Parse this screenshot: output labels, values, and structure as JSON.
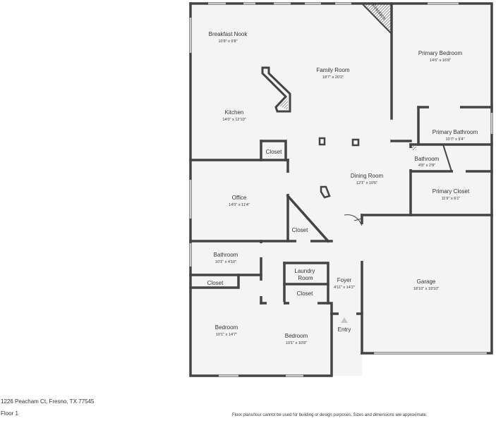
{
  "rooms": [
    {
      "id": "breakfast-nook",
      "name": "Breakfast Nook",
      "dims": "10'8\" x 9'8\""
    },
    {
      "id": "family-room",
      "name": "Family Room",
      "dims": "18'7\" x 20'2\""
    },
    {
      "id": "primary-bedroom",
      "name": "Primary Bedroom",
      "dims": "14'6\" x 16'8\""
    },
    {
      "id": "kitchen",
      "name": "Kitchen",
      "dims": "14'0\" x 12'10\""
    },
    {
      "id": "primary-bathroom",
      "name": "Primary Bathroom",
      "dims": "10'7\" x 9'4\""
    },
    {
      "id": "closet-kitchen",
      "name": "Closet",
      "dims": ""
    },
    {
      "id": "bathroom-small",
      "name": "Bathroom",
      "dims": "4'8\" x 2'8\""
    },
    {
      "id": "dining-room",
      "name": "Dining Room",
      "dims": "12'1\" x 10'6\""
    },
    {
      "id": "office",
      "name": "Office",
      "dims": "14'0\" x 11'4\""
    },
    {
      "id": "primary-closet",
      "name": "Primary Closet",
      "dims": "11'9\" x 6'1\""
    },
    {
      "id": "closet-office",
      "name": "Closet",
      "dims": ""
    },
    {
      "id": "bathroom",
      "name": "Bathroom",
      "dims": "10'1\" x 4'10\""
    },
    {
      "id": "laundry-room",
      "name": "Laundry Room",
      "dims": ""
    },
    {
      "id": "foyer",
      "name": "Foyer",
      "dims": "4'11\" x 14'2\""
    },
    {
      "id": "garage",
      "name": "Garage",
      "dims": "18'10\" x 19'10\""
    },
    {
      "id": "closet-bed1",
      "name": "Closet",
      "dims": ""
    },
    {
      "id": "closet-laundry",
      "name": "Closet",
      "dims": ""
    },
    {
      "id": "bedroom-1",
      "name": "Bedroom",
      "dims": "10'1\" x 14'7\""
    },
    {
      "id": "bedroom-2",
      "name": "Bedroom",
      "dims": "10'1\" x 10'8\""
    }
  ],
  "fireplace_label": "Fireplace",
  "entry_label": "Entry",
  "footer": {
    "address": "1226 Peacham Ct, Fresno, TX 77545",
    "floor": "Floor 1",
    "disclaimer": "Floor plans/tour cannot be used for building or design purposes. Sizes and dimensions are approximate."
  },
  "colors": {
    "wall": "#444444",
    "floor": "#f4f4f4",
    "window": "#c8c8c8",
    "text": "#333333"
  }
}
